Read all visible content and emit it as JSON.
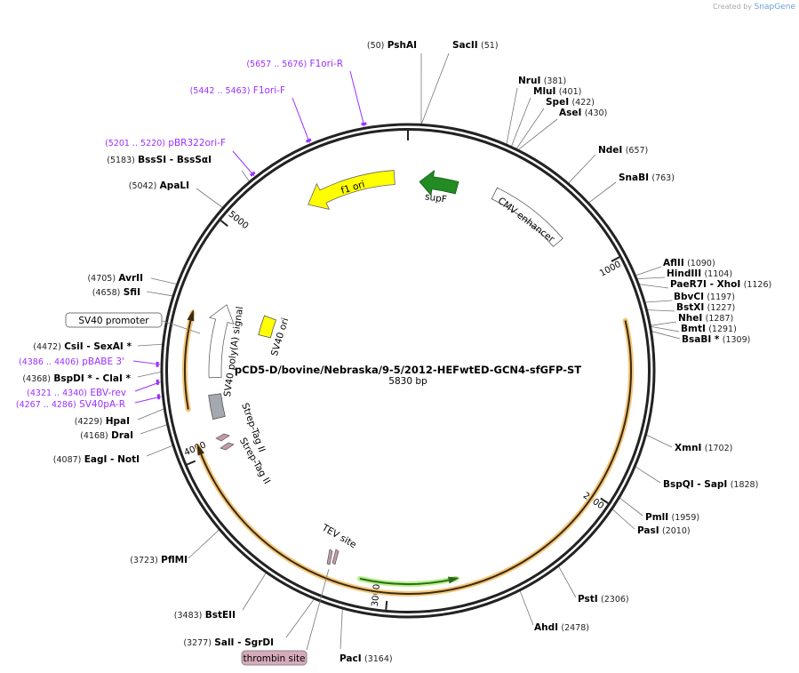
{
  "credit": {
    "prefix": "Created by",
    "brand": "SnapGene"
  },
  "plasmid": {
    "name": "pCD5-D/bovine/Nebraska/9-5/2012-HEFwtED-GCN4-sfGFP-ST",
    "length_label": "5830 bp",
    "length": 5830
  },
  "ticks": [
    "1000",
    "2000",
    "3000",
    "4000",
    "5000"
  ],
  "enzymes": [
    {
      "name": "PshAI",
      "pos": "(50)",
      "bp": 50
    },
    {
      "name": "SacII",
      "pos": "(51)",
      "bp": 51
    },
    {
      "name": "NruI",
      "pos": "(381)",
      "bp": 381
    },
    {
      "name": "MluI",
      "pos": "(401)",
      "bp": 401
    },
    {
      "name": "SpeI",
      "pos": "(422)",
      "bp": 422
    },
    {
      "name": "AseI",
      "pos": "(430)",
      "bp": 430
    },
    {
      "name": "NdeI",
      "pos": "(657)",
      "bp": 657
    },
    {
      "name": "SnaBI",
      "pos": "(763)",
      "bp": 763
    },
    {
      "name": "AflII",
      "pos": "(1090)",
      "bp": 1090
    },
    {
      "name": "HindIII",
      "pos": "(1104)",
      "bp": 1104
    },
    {
      "name": "PaeR7I  - XhoI",
      "pos": "(1126)",
      "bp": 1126
    },
    {
      "name": "BbvCI",
      "pos": "(1197)",
      "bp": 1197
    },
    {
      "name": "BstXI",
      "pos": "(1227)",
      "bp": 1227
    },
    {
      "name": "NheI",
      "pos": "(1287)",
      "bp": 1287
    },
    {
      "name": "BmtI",
      "pos": "(1291)",
      "bp": 1291
    },
    {
      "name": "BsaBI *",
      "pos": "(1309)",
      "bp": 1309
    },
    {
      "name": "XmnI",
      "pos": "(1702)",
      "bp": 1702
    },
    {
      "name": "BspQI  - SapI",
      "pos": "(1828)",
      "bp": 1828
    },
    {
      "name": "PmlI",
      "pos": "(1959)",
      "bp": 1959
    },
    {
      "name": "PasI",
      "pos": "(2010)",
      "bp": 2010
    },
    {
      "name": "PstI",
      "pos": "(2306)",
      "bp": 2306
    },
    {
      "name": "AhdI",
      "pos": "(2478)",
      "bp": 2478
    },
    {
      "name": "PacI",
      "pos": "(3164)",
      "bp": 3164
    },
    {
      "name": "SalI  - SgrDI",
      "pos": "(3277)",
      "bp": 3277
    },
    {
      "name": "BstEII",
      "pos": "(3483)",
      "bp": 3483
    },
    {
      "name": "PflMI",
      "pos": "(3723)",
      "bp": 3723
    },
    {
      "name": "EagI  - NotI",
      "pos": "(4087)",
      "bp": 4087
    },
    {
      "name": "DraI",
      "pos": "(4168)",
      "bp": 4168
    },
    {
      "name": "HpaI",
      "pos": "(4229)",
      "bp": 4229
    },
    {
      "name": "BspDI *  - ClaI *",
      "pos": "(4368)",
      "bp": 4368
    },
    {
      "name": "CsiI  - SexAI *",
      "pos": "(4472)",
      "bp": 4472
    },
    {
      "name": "SfiI",
      "pos": "(4658)",
      "bp": 4658
    },
    {
      "name": "AvrII",
      "pos": "(4705)",
      "bp": 4705
    },
    {
      "name": "ApaLI",
      "pos": "(5042)",
      "bp": 5042
    },
    {
      "name": "BssSI  - BssSαI",
      "pos": "(5183)",
      "bp": 5183
    }
  ],
  "primers": [
    {
      "name": "F1ori-R",
      "range": "(5657 .. 5676)",
      "bp": 5666
    },
    {
      "name": "F1ori-F",
      "range": "(5442 .. 5463)",
      "bp": 5452
    },
    {
      "name": "pBR322ori-F",
      "range": "(5201 .. 5220)",
      "bp": 5210
    },
    {
      "name": "pBABE 3'",
      "range": "(4386 .. 4406)",
      "bp": 4396
    },
    {
      "name": "EBV-rev",
      "range": "(4321 .. 4340)",
      "bp": 4330
    },
    {
      "name": "SV40pA-R",
      "range": "(4267 .. 4286)",
      "bp": 4276
    }
  ],
  "features": {
    "f1_ori": "f1 ori",
    "supF": "supF",
    "cmv_enhancer": "CMV enhancer",
    "sv40_polya": "SV40 poly(A) signal",
    "sv40_ori": "SV40 ori",
    "sv40_promoter": "SV40 promoter",
    "strep_tag_1": "Strep-Tag II",
    "strep_tag_2": "Strep-Tag II",
    "tev_site": "TEV site",
    "thrombin_site": "thrombin site"
  },
  "colors": {
    "ring": "#222222",
    "orf": "#f5c77a",
    "yellow": "#ffff00",
    "green": "#228b22",
    "primer": "#9b30ff",
    "tag": "#c49aaa",
    "gray": "#a4a9b0"
  }
}
